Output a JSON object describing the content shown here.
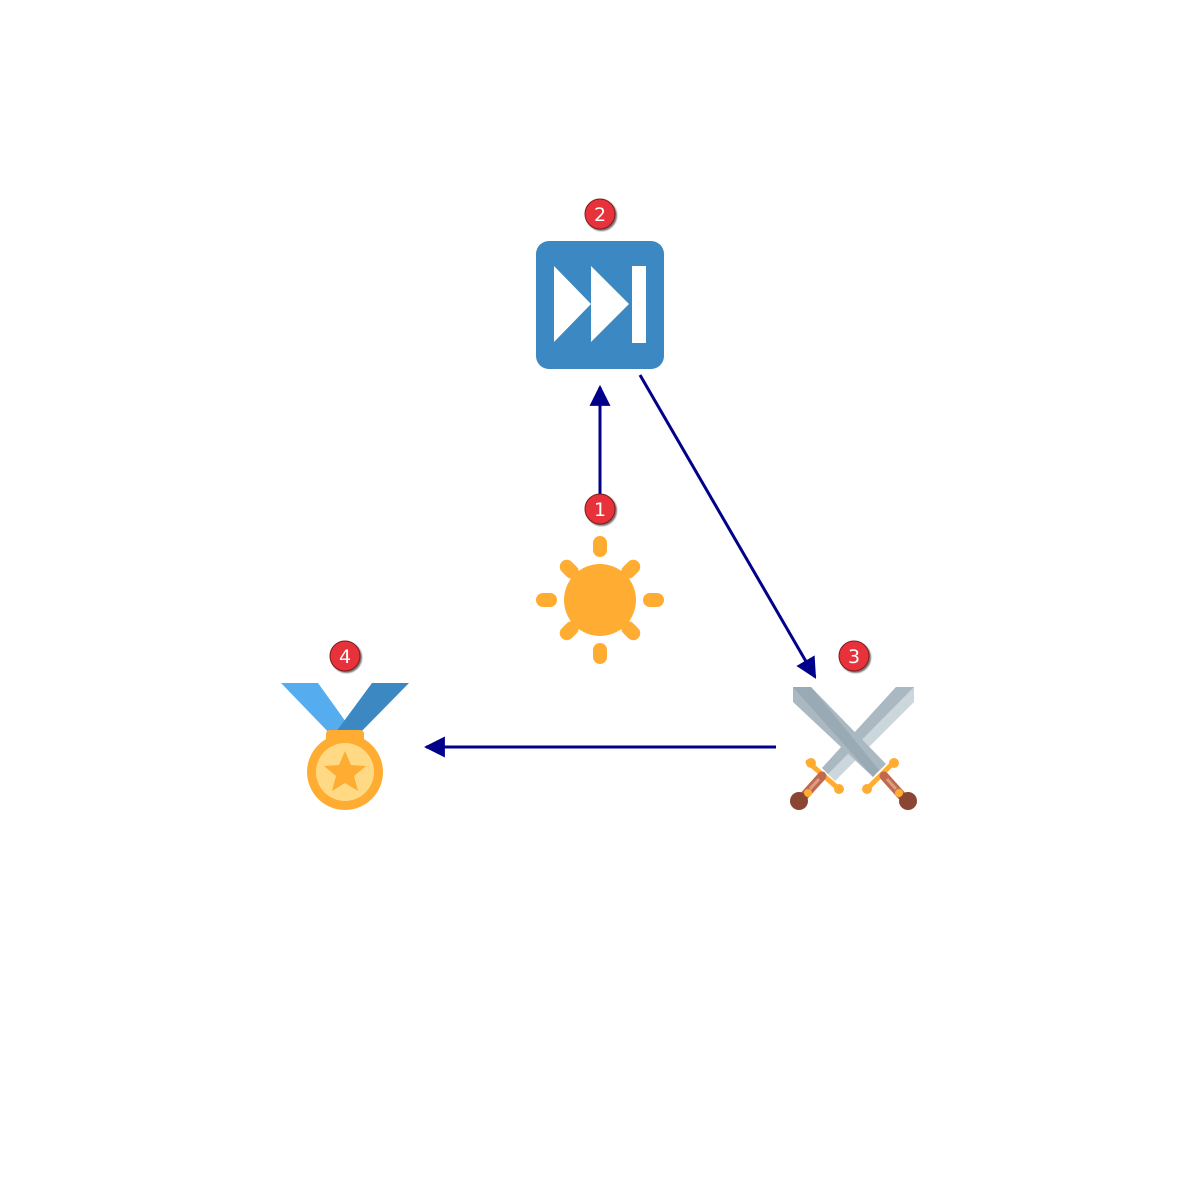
{
  "diagram": {
    "nodes": [
      {
        "id": "sun",
        "icon": "sun-icon",
        "badge": "1",
        "color": "#FFAC33"
      },
      {
        "id": "fast-forward",
        "icon": "fast-forward-icon",
        "badge": "2",
        "color": "#3B88C3"
      },
      {
        "id": "swords",
        "icon": "crossed-swords-icon",
        "badge": "3",
        "color": "#99AAB5"
      },
      {
        "id": "medal",
        "icon": "medal-icon",
        "badge": "4",
        "color": "#FFAC33"
      }
    ],
    "edges": [
      {
        "from": "sun",
        "to": "fast-forward"
      },
      {
        "from": "fast-forward",
        "to": "swords"
      },
      {
        "from": "swords",
        "to": "medal"
      }
    ],
    "colors": {
      "arrow": "#00008B",
      "badge": "#E8333A",
      "badge_outline": "#7a1a1a"
    }
  }
}
